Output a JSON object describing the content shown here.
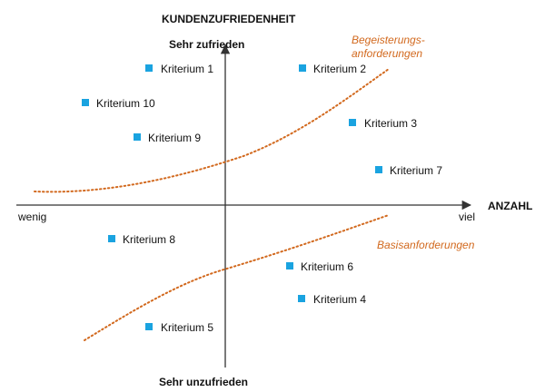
{
  "diagram": {
    "title": "KUNDENZUFRIEDENHEIT",
    "axis": {
      "top_label": "Sehr zufrieden",
      "bottom_label": "Sehr unzufrieden",
      "left_label": "wenig",
      "right_label": "viel",
      "x_title": "ANZAHL"
    },
    "curves": {
      "upper_label_line1": "Begeisterungs-",
      "upper_label_line2": "anforderungen",
      "lower_label": "Basisanforderungen"
    },
    "criteria": [
      "Kriterium 1",
      "Kriterium 2",
      "Kriterium 3",
      "Kriterium 4",
      "Kriterium 5",
      "Kriterium 6",
      "Kriterium 7",
      "Kriterium 8",
      "Kriterium 9",
      "Kriterium 10"
    ]
  },
  "colors": {
    "marker": "#1aa3e0",
    "curve": "#d2691e",
    "axis": "#333333"
  }
}
